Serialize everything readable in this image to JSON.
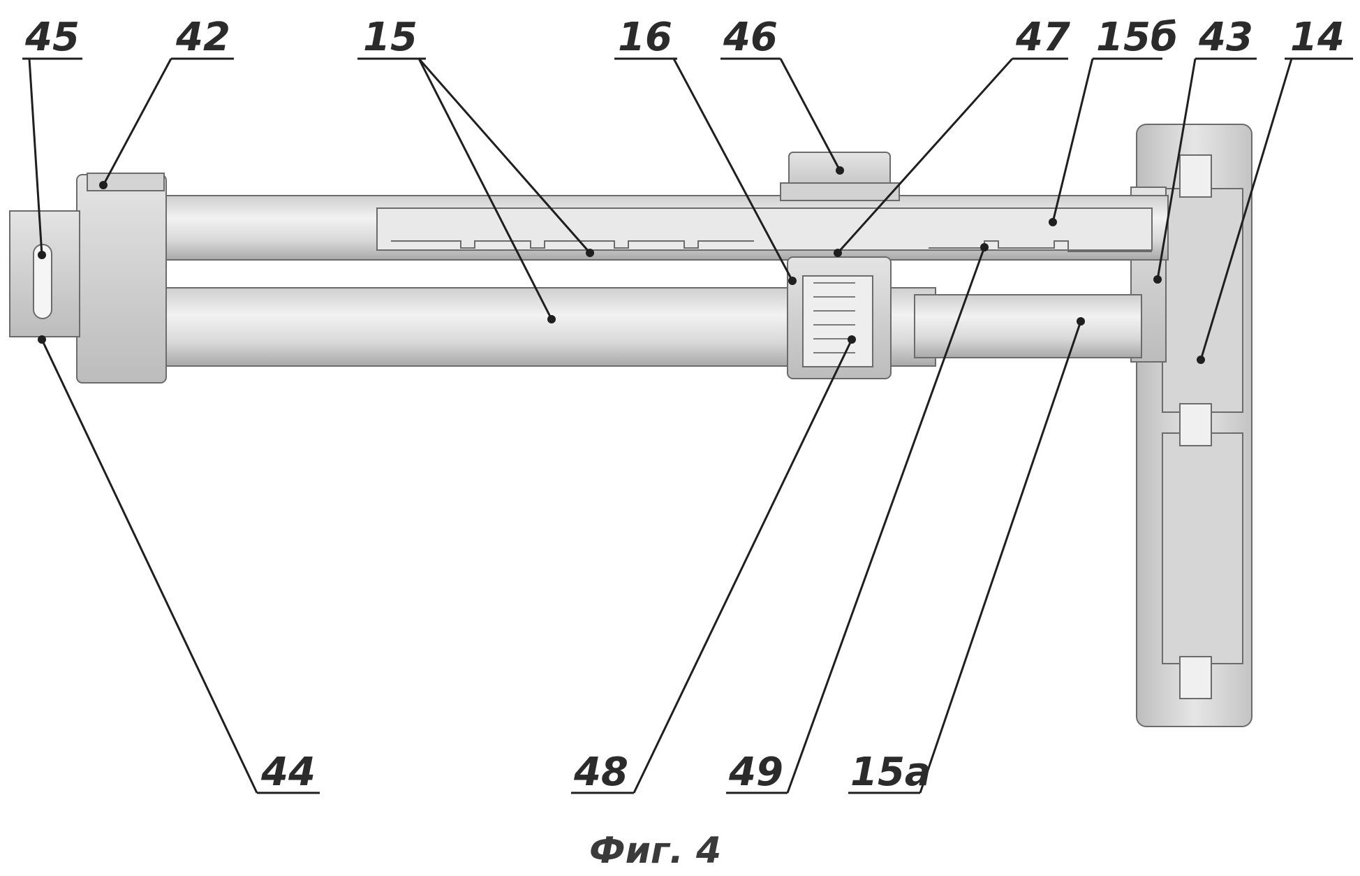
{
  "figure": {
    "caption": "Фиг. 4",
    "callouts": [
      {
        "id": "45",
        "label": "45"
      },
      {
        "id": "42",
        "label": "42"
      },
      {
        "id": "15-top",
        "label": "15"
      },
      {
        "id": "16",
        "label": "16"
      },
      {
        "id": "46",
        "label": "46"
      },
      {
        "id": "47",
        "label": "47"
      },
      {
        "id": "15b",
        "label": "15б"
      },
      {
        "id": "43",
        "label": "43"
      },
      {
        "id": "14",
        "label": "14"
      },
      {
        "id": "44",
        "label": "44"
      },
      {
        "id": "48",
        "label": "48"
      },
      {
        "id": "49",
        "label": "49"
      },
      {
        "id": "15a",
        "label": "15а"
      }
    ]
  }
}
